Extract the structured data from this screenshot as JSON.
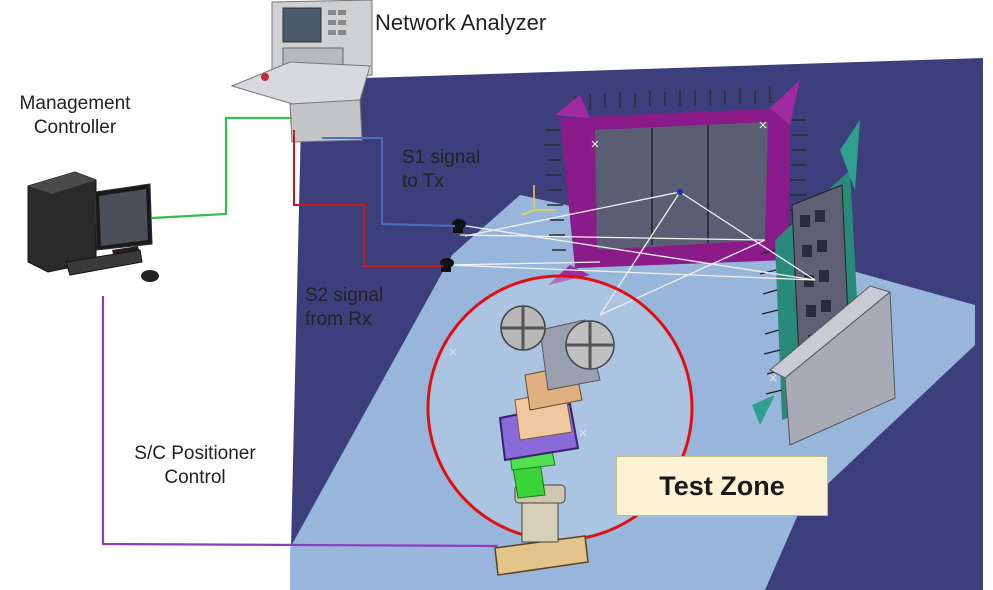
{
  "labels": {
    "network_analyzer": "Network Analyzer",
    "management_controller": [
      "Management",
      "Controller"
    ],
    "s1_signal": [
      "S1 signal",
      "to Tx"
    ],
    "s2_signal": [
      "S2 signal",
      "from Rx"
    ],
    "positioner_control": [
      "S/C Positioner",
      "Control"
    ],
    "test_zone": "Test Zone"
  },
  "colors": {
    "chamber_floor": "#3d3f7c",
    "platform": "#9dbde0",
    "absorber_frame": "#8c1b8a",
    "absorber_wall": "#2a8a7a",
    "s1_line": "#4a6fbf",
    "s2_line": "#c41a1a",
    "controller_link": "#2fbf4a",
    "positioner_line": "#8a3dbf",
    "test_zone_circle": "#e01010"
  }
}
